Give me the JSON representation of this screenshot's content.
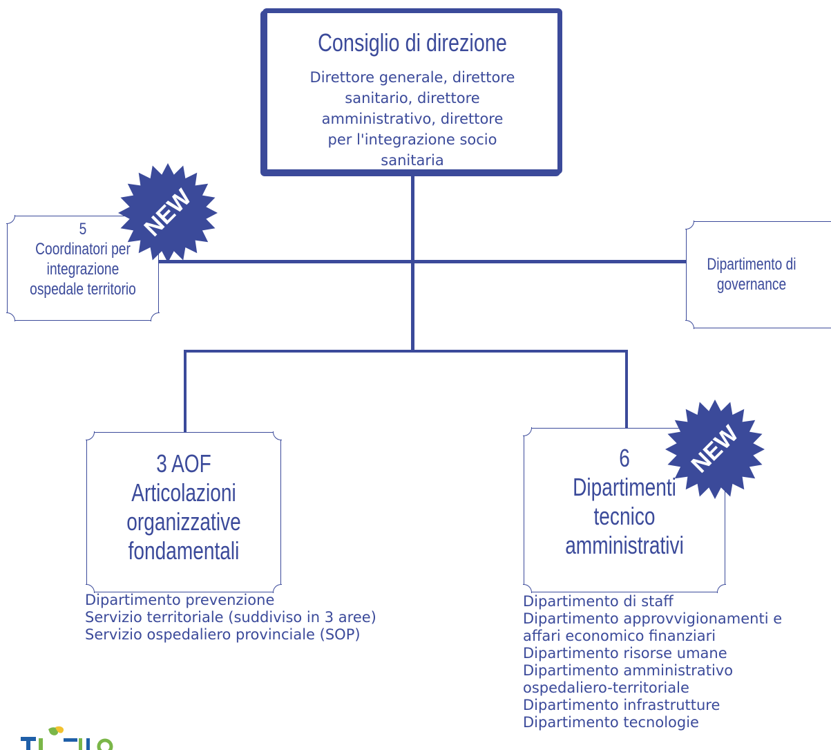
{
  "main_box": {
    "title": "Consiglio di direzione",
    "subtitle_lines": [
      "Direttore generale, direttore",
      "sanitario, direttore",
      "amministrativo, direttore",
      "per l'integrazione socio",
      "sanitaria"
    ]
  },
  "coordinators_box": {
    "lines": [
      "5",
      "Coordinatori per",
      "integrazione",
      "ospedale territorio"
    ]
  },
  "governance_box": {
    "lines": [
      "Dipartimento di",
      "governance"
    ]
  },
  "aof_box": {
    "lines": [
      "3 AOF",
      "Articolazioni",
      "organizzative",
      "fondamentali"
    ],
    "items": [
      "Dipartimento prevenzione",
      "Servizio territoriale (suddiviso in 3 aree)",
      "Servizio ospedaliero provinciale (SOP)"
    ]
  },
  "dip_box": {
    "lines": [
      "6",
      "Dipartimenti",
      "tecnico",
      "amministrativi"
    ],
    "items": [
      "Dipartimento di staff",
      "Dipartimento approvvigionamenti e",
      "affari economico finanziari",
      "Dipartimento risorse umane",
      "Dipartimento amministrativo",
      "ospedaliero-territoriale",
      "Dipartimento infrastrutture",
      "Dipartimento tecnologie"
    ]
  },
  "badges": {
    "new_label": "NEW"
  },
  "colors": {
    "primary": "#3b4a9a",
    "logo_green": "#7ab648",
    "logo_yellow": "#f2c230",
    "logo_blue": "#1f5fa8"
  },
  "logo": {
    "name": "trentino-logo-icon"
  }
}
